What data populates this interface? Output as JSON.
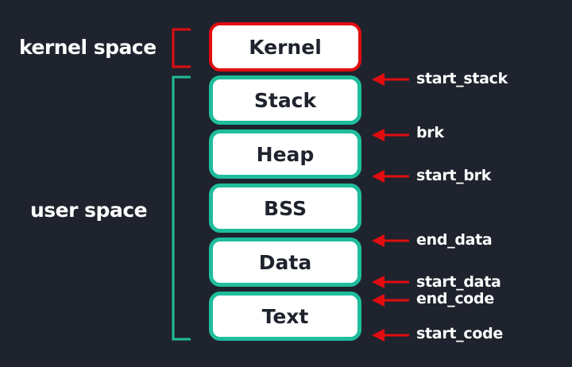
{
  "colors": {
    "background": "#1f232d",
    "kernel_border": "#e00d10",
    "user_border": "#1fbd9c",
    "arrow": "#e00d10",
    "box_fill": "#ffffff",
    "box_text": "#1f232d",
    "label_text": "#ffffff"
  },
  "spaces": {
    "kernel_label": "kernel space",
    "user_label": "user space"
  },
  "segments": {
    "kernel": "Kernel",
    "stack": "Stack",
    "heap": "Heap",
    "bss": "BSS",
    "data": "Data",
    "text": "Text"
  },
  "pointers": {
    "start_stack": "start_stack",
    "brk": "brk",
    "start_brk": "start_brk",
    "end_data": "end_data",
    "start_data": "start_data",
    "end_code": "end_code",
    "start_code": "start_code"
  }
}
